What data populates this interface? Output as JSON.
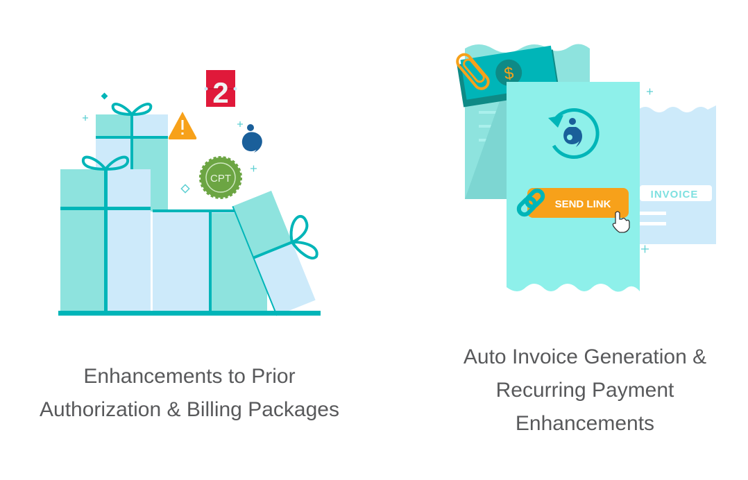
{
  "features": [
    {
      "caption_lines": [
        "Enhancements to Prior",
        "Authorization & Billing Packages"
      ],
      "illustration": {
        "badge_number": "2",
        "seal_text": "CPT",
        "icons": [
          "gift-boxes",
          "warning-icon",
          "calendar-badge",
          "cpt-seal",
          "logo-person-icon"
        ]
      }
    },
    {
      "caption_lines": [
        "Auto Invoice Generation &",
        "Recurring Payment",
        "Enhancements"
      ],
      "illustration": {
        "button_label": "SEND LINK",
        "invoice_label": "INVOICE",
        "currency_symbol": "$",
        "icons": [
          "paperclip-icon",
          "dollar-bill",
          "recurring-icon",
          "link-icon",
          "hand-cursor-icon"
        ]
      }
    }
  ],
  "colors": {
    "teal": "#00b5b8",
    "mint": "#8ee3de",
    "light_blue": "#cdeafa",
    "orange": "#f7a11a",
    "red": "#e0193a",
    "green": "#6ca543",
    "navy": "#1a5f9a",
    "text": "#58595b"
  }
}
